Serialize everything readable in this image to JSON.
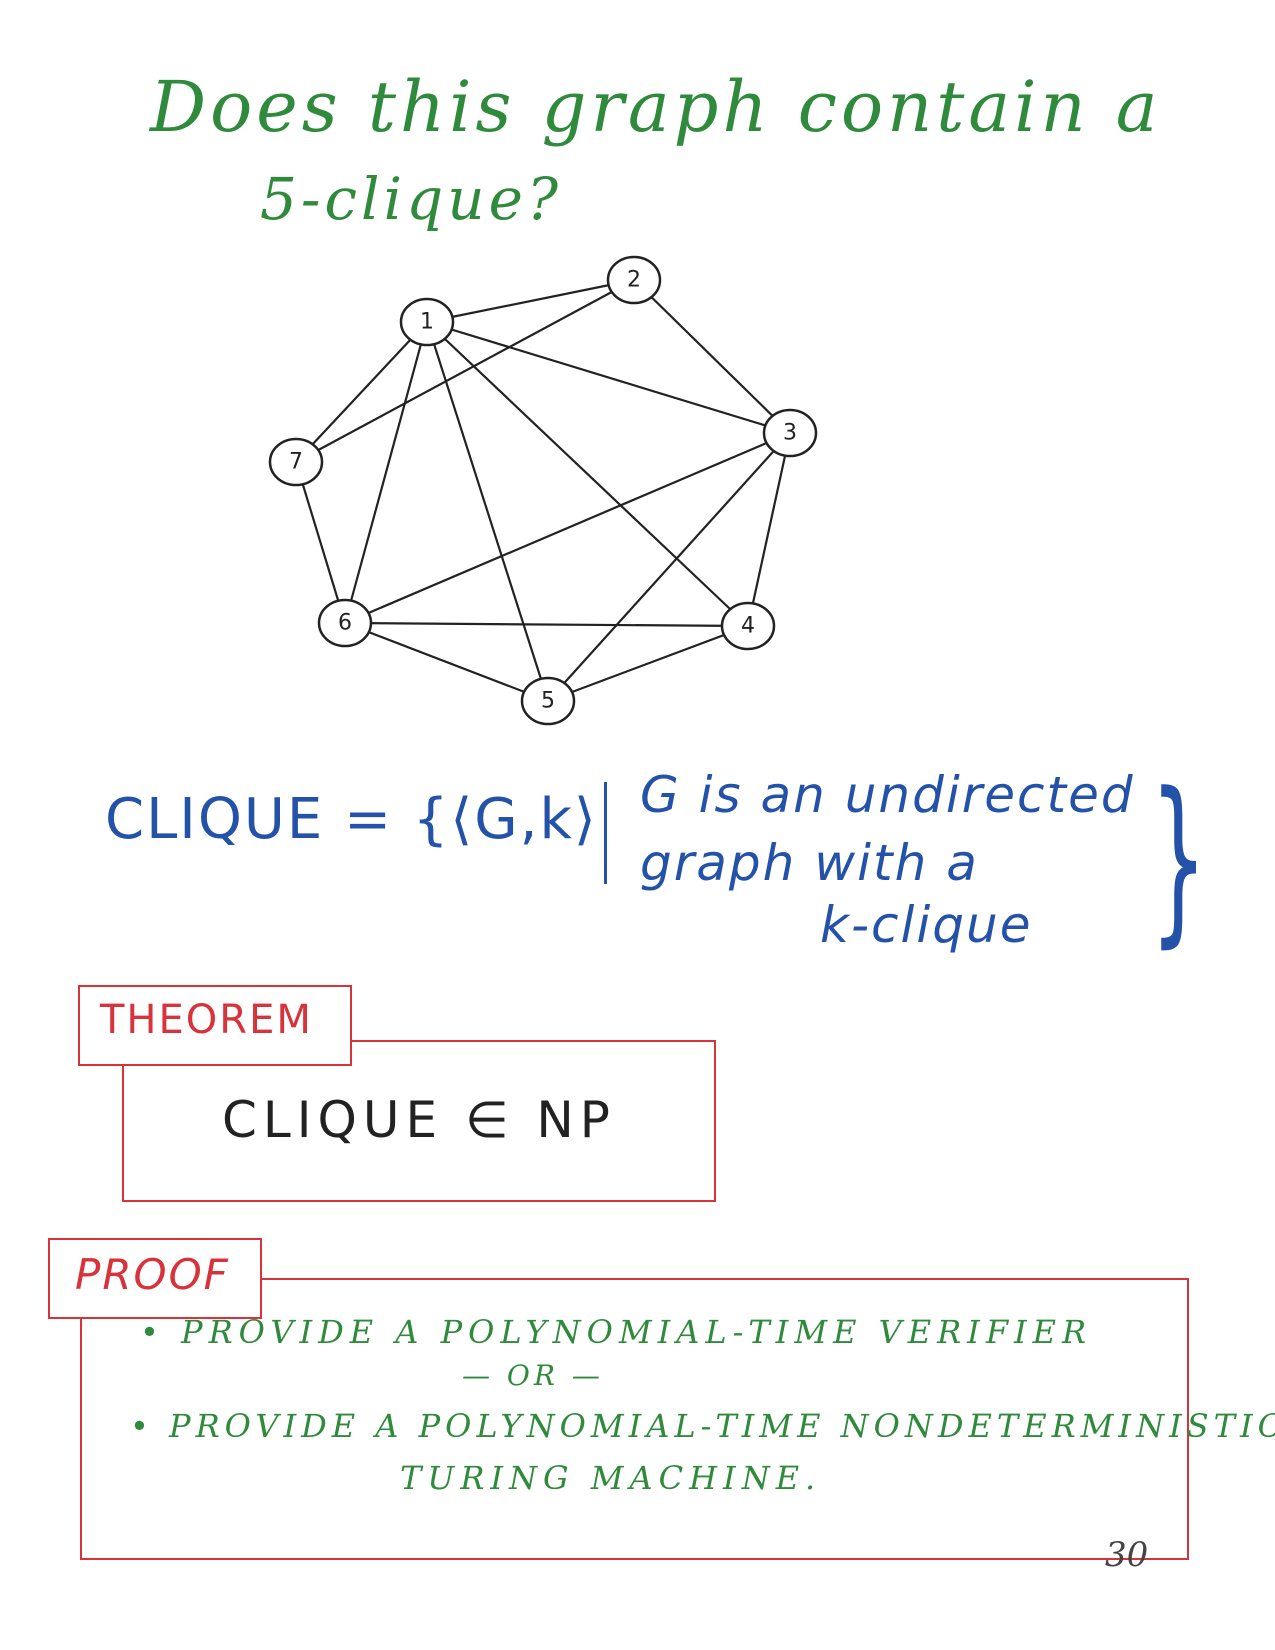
{
  "question": {
    "line1": "Does this graph contain a",
    "line2": "5-clique?"
  },
  "graph": {
    "nodes": [
      "1",
      "2",
      "3",
      "4",
      "5",
      "6",
      "7"
    ],
    "edges": [
      [
        "1",
        "2"
      ],
      [
        "1",
        "3"
      ],
      [
        "1",
        "4"
      ],
      [
        "1",
        "5"
      ],
      [
        "1",
        "6"
      ],
      [
        "1",
        "7"
      ],
      [
        "2",
        "3"
      ],
      [
        "2",
        "7"
      ],
      [
        "3",
        "4"
      ],
      [
        "3",
        "5"
      ],
      [
        "3",
        "6"
      ],
      [
        "4",
        "5"
      ],
      [
        "4",
        "6"
      ],
      [
        "5",
        "6"
      ],
      [
        "6",
        "7"
      ]
    ]
  },
  "definition": {
    "left": "CLIQUE = {⟨G,k⟩",
    "right_line1": "G is an undirected",
    "right_line2": "graph with a",
    "right_line3": "k-clique",
    "close_brace": "}"
  },
  "theorem": {
    "label": "THEOREM",
    "statement": "CLIQUE ∈ NP"
  },
  "proof": {
    "label": "PROOF",
    "bullet1": "• PROVIDE A POLYNOMIAL-TIME VERIFIER",
    "or": "— OR —",
    "bullet2": "• PROVIDE A POLYNOMIAL-TIME NONDETERMINISTIC",
    "bullet2_cont": "TURING MACHINE."
  },
  "page_number": "30",
  "colors": {
    "green_ink": "#2f8a3c",
    "blue_ink": "#2452a8",
    "red_ink": "#d8323a",
    "black_ink": "#222222"
  }
}
